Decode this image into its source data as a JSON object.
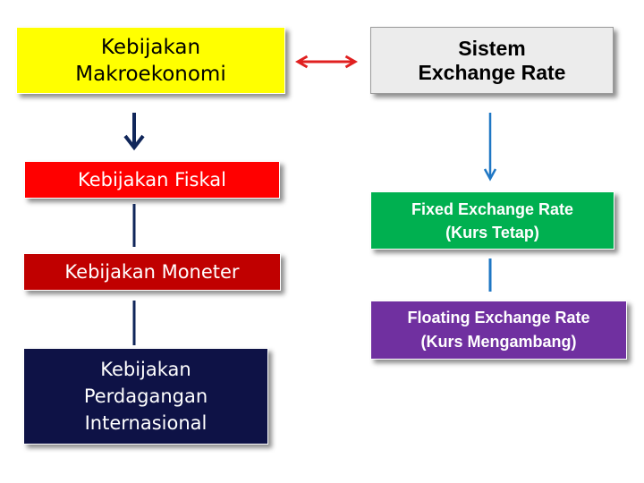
{
  "colors": {
    "macro_bg": "#ffff00",
    "exchange_bg": "#ececec",
    "fiskal_bg": "#ff0000",
    "moneter_bg": "#c00000",
    "perdagangan_bg": "#0e1246",
    "fixed_bg": "#00b050",
    "floating_bg": "#7030a0",
    "left_line": "#10265a",
    "right_line": "#1f77c4",
    "double_arrow": "#e02020"
  },
  "left_chain": {
    "top": "Kebijakan\nMakroekonomi",
    "fiskal": "Kebijakan Fiskal",
    "moneter": "Kebijakan Moneter",
    "perdagangan": "Kebijakan\nPerdagangan\nInternasional"
  },
  "right_chain": {
    "top": "Sistem\nExchange Rate",
    "fixed": "Fixed Exchange Rate\n(Kurs Tetap)",
    "floating": "Floating Exchange Rate\n(Kurs Mengambang)"
  }
}
